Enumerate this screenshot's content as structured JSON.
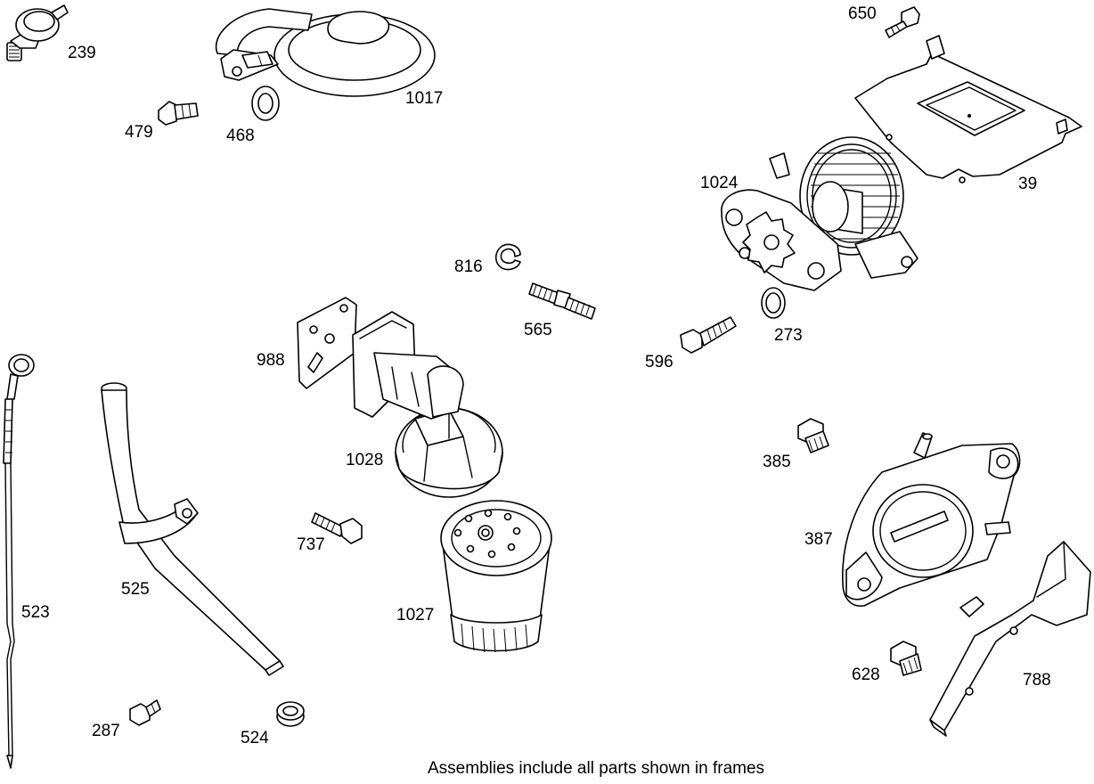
{
  "footer": "Assemblies include all parts shown in frames",
  "parts": [
    {
      "key": "p239",
      "label": "239"
    },
    {
      "key": "p1017",
      "label": "1017"
    },
    {
      "key": "p479",
      "label": "479"
    },
    {
      "key": "p468",
      "label": "468"
    },
    {
      "key": "p650",
      "label": "650"
    },
    {
      "key": "p39",
      "label": "39"
    },
    {
      "key": "p1024",
      "label": "1024"
    },
    {
      "key": "p816",
      "label": "816"
    },
    {
      "key": "p565",
      "label": "565"
    },
    {
      "key": "p273",
      "label": "273"
    },
    {
      "key": "p596",
      "label": "596"
    },
    {
      "key": "p988",
      "label": "988"
    },
    {
      "key": "p1028",
      "label": "1028"
    },
    {
      "key": "p523",
      "label": "523"
    },
    {
      "key": "p525",
      "label": "525"
    },
    {
      "key": "p737",
      "label": "737"
    },
    {
      "key": "p1027",
      "label": "1027"
    },
    {
      "key": "p385",
      "label": "385"
    },
    {
      "key": "p387",
      "label": "387"
    },
    {
      "key": "p628",
      "label": "628"
    },
    {
      "key": "p788",
      "label": "788"
    },
    {
      "key": "p287",
      "label": "287"
    },
    {
      "key": "p524",
      "label": "524"
    }
  ]
}
